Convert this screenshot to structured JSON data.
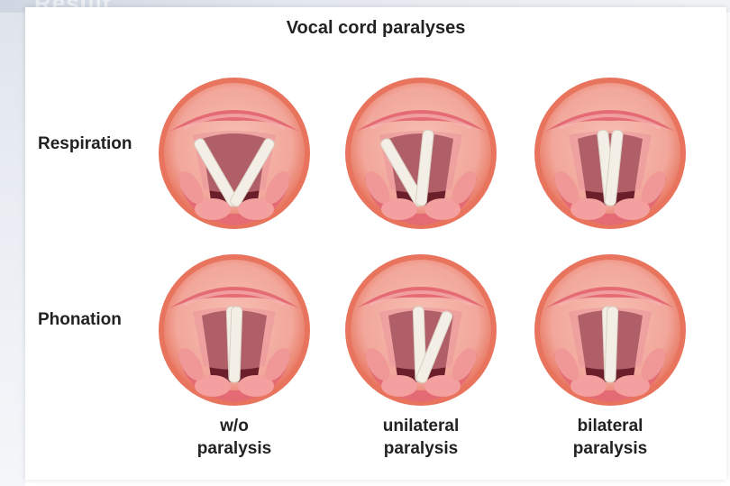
{
  "slide_heading": "Result",
  "title": "Vocal cord paralyses",
  "rows": [
    {
      "label": "Respiration"
    },
    {
      "label": "Phonation"
    }
  ],
  "columns": [
    {
      "line1": "w/o",
      "line2": "paralysis"
    },
    {
      "line1": "unilateral",
      "line2": "paralysis"
    },
    {
      "line1": "bilateral",
      "line2": "paralysis"
    }
  ],
  "cells": [
    {
      "row": "Respiration",
      "column": "w/o paralysis",
      "state": "both cords open"
    },
    {
      "row": "Respiration",
      "column": "unilateral paralysis",
      "state": "one cord open, one near midline"
    },
    {
      "row": "Respiration",
      "column": "bilateral paralysis",
      "state": "both cords near midline"
    },
    {
      "row": "Phonation",
      "column": "w/o paralysis",
      "state": "both cords closed"
    },
    {
      "row": "Phonation",
      "column": "unilateral paralysis",
      "state": "one cord closed, one lateral"
    },
    {
      "row": "Phonation",
      "column": "bilateral paralysis",
      "state": "both cords closed"
    }
  ],
  "colors": {
    "outer_ring": "#e8745e",
    "tissue": "#f2a79b",
    "mucosa": "#e46b73",
    "cord": "#f4efe6",
    "glottis_dark": "#6a1f2a"
  }
}
